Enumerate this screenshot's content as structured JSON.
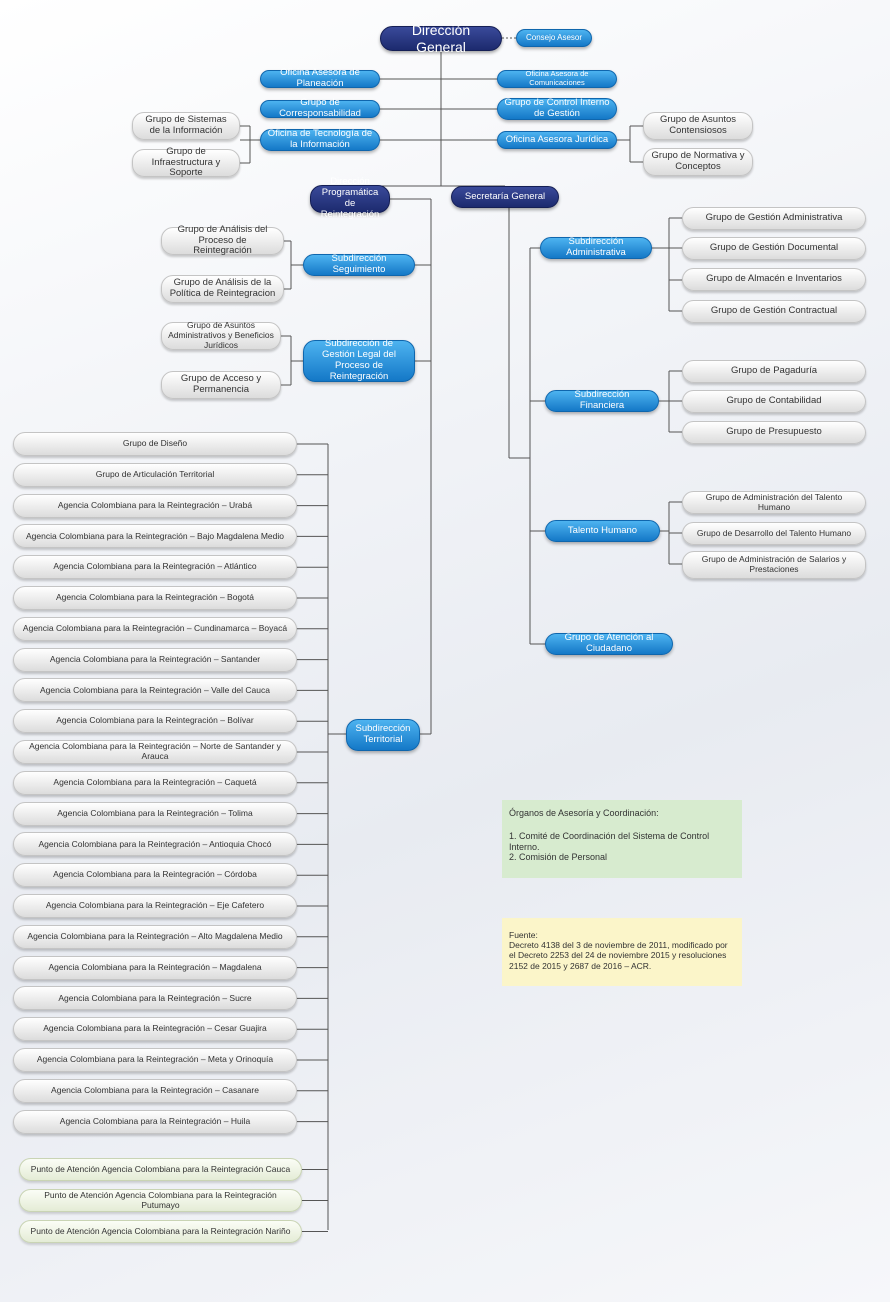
{
  "top": {
    "direccion_general": "Dirección General",
    "consejo_asesor": "Consejo Asesor"
  },
  "offices": {
    "planeacion": "Oficina Asesora de Planeación",
    "comunicaciones": "Oficina Asesora de Comunicaciones",
    "corresponsabilidad": "Grupo de Corresponsabilidad",
    "control_interno": "Grupo de Control Interno de Gestión",
    "tecnologia": "Oficina de Tecnología de la Información",
    "juridica": "Oficina Asesora Jurídica"
  },
  "tecnologia_groups": [
    "Grupo de Sistemas de la Información",
    "Grupo de Infraestructura y Soporte"
  ],
  "juridica_groups": [
    "Grupo de Asuntos Contensiosos",
    "Grupo de Normativa y Conceptos"
  ],
  "direccion_programatica": "Dirección Programática de Reintegración",
  "secretaria_general": "Secretaría General",
  "seguimiento": {
    "label": "Subdirección Seguimiento",
    "groups": [
      "Grupo de Análisis del Proceso de Reintegración",
      "Grupo de Análisis de la Política de Reintegracion"
    ]
  },
  "gestion_legal": {
    "label": "Subdirección de Gestión Legal del Proceso de Reintegración",
    "groups": [
      "Grupo de Asuntos Administrativos y Beneficios Jurídicos",
      "Grupo de Acceso y Permanencia"
    ]
  },
  "territorial": {
    "label": "Subdirección Territorial",
    "groups": [
      "Grupo de Diseño",
      "Grupo de Articulación Territorial",
      "Agencia Colombiana para la Reintegración –  Urabá",
      "Agencia Colombiana para la Reintegración –  Bajo Magdalena Medio",
      "Agencia Colombiana para la Reintegración –  Atlántico",
      "Agencia Colombiana para la Reintegración –  Bogotá",
      "Agencia Colombiana para la Reintegración – Cundinamarca – Boyacá",
      "Agencia Colombiana para la Reintegración – Santander",
      "Agencia Colombiana para la Reintegración – Valle del Cauca",
      "Agencia Colombiana para la Reintegración – Bolívar",
      "Agencia Colombiana para la Reintegración – Norte de Santander y Arauca",
      "Agencia Colombiana para la Reintegración – Caquetá",
      "Agencia Colombiana para la Reintegración – Tolima",
      "Agencia Colombiana para la Reintegración – Antioquia Chocó",
      "Agencia Colombiana para la Reintegración – Córdoba",
      "Agencia Colombiana para la Reintegración – Eje Cafetero",
      "Agencia Colombiana para la Reintegración – Alto Magdalena Medio",
      "Agencia Colombiana para la Reintegración – Magdalena",
      "Agencia Colombiana para la Reintegración – Sucre",
      "Agencia Colombiana para la Reintegración – Cesar Guajira",
      "Agencia Colombiana para la Reintegración – Meta y Orinoquía",
      "Agencia Colombiana para la Reintegración – Casanare",
      "Agencia Colombiana para la Reintegración – Huila"
    ],
    "puntos": [
      "Punto de Atención Agencia Colombiana para la Reintegración Cauca",
      "Punto de Atención Agencia Colombiana para la Reintegración Putumayo",
      "Punto de Atención Agencia Colombiana para la Reintegración Nariño"
    ]
  },
  "administrativa": {
    "label": "Subdirección Administrativa",
    "groups": [
      "Grupo de Gestión Administrativa",
      "Grupo de Gestión Documental",
      "Grupo de Almacén e Inventarios",
      "Grupo de Gestión Contractual"
    ]
  },
  "financiera": {
    "label": "Subdirección Financiera",
    "groups": [
      "Grupo de Pagaduría",
      "Grupo de Contabilidad",
      "Grupo de Presupuesto"
    ]
  },
  "talento": {
    "label": "Talento Humano",
    "groups": [
      "Grupo de Administración del Talento Humano",
      "Grupo de Desarrollo del Talento Humano",
      "Grupo de Administración de Salarios y Prestaciones"
    ]
  },
  "atencion_ciudadano": "Grupo de Atención al Ciudadano",
  "organos": {
    "title": "Órganos de Asesoría y Coordinación:",
    "items": [
      "1. Comité de Coordinación del Sistema de Control Interno.",
      "2. Comisión de Personal"
    ]
  },
  "fuente": {
    "title": "Fuente:",
    "text": "Decreto 4138 del 3 de noviembre de 2011, modificado por el Decreto 2253 del 24 de noviembre 2015 y resoluciones 2152 de 2015 y 2687 de 2016 – ACR."
  },
  "colors": {
    "navy": "#1c2a6e",
    "blue": "#1478c7",
    "gray": "#dcdcdc",
    "green": "#e4ecd6",
    "note_green": "#d7ebcf",
    "note_yellow": "#fbf5c9"
  }
}
